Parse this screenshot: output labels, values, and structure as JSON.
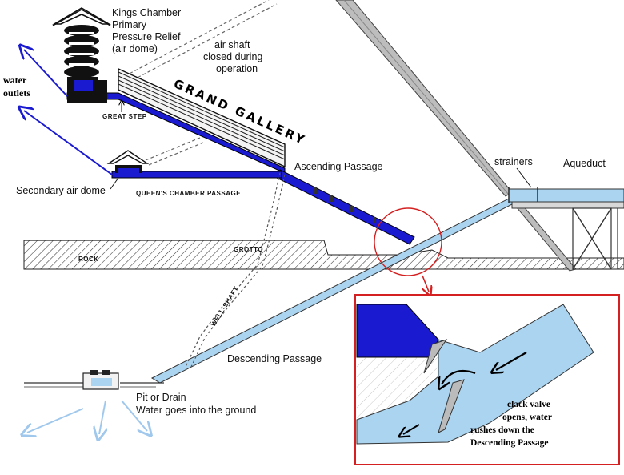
{
  "labels": {
    "kings_chamber": [
      "Kings Chamber",
      "Primary",
      "Pressure Relief",
      "(air dome)"
    ],
    "air_shaft": [
      "air shaft",
      "closed during",
      "operation"
    ],
    "water_outlets": [
      "water",
      "outlets"
    ],
    "great_step": "GREAT STEP",
    "grand_gallery": "GRAND GALLERY",
    "secondary_dome": "Secondary air dome",
    "queens_passage": "QUEEN'S CHAMBER PASSAGE",
    "ascending": "Ascending Passage",
    "strainers": "strainers",
    "aqueduct": "Aqueduct",
    "grotto": "GROTTO",
    "rock": "ROCK",
    "well_shaft": "WELL-SHAFT",
    "descending": "Descending Passage",
    "pit": [
      "Pit or Drain",
      "Water goes into the ground"
    ],
    "clack_valve": [
      "clack valve",
      "opens, water",
      "rushes down the",
      "Descending Passage"
    ]
  },
  "colors": {
    "water_dark": "#1a1ad0",
    "water_light": "#aad4f0",
    "arrow_light": "#a0c8ec",
    "callout": "#d42020"
  }
}
